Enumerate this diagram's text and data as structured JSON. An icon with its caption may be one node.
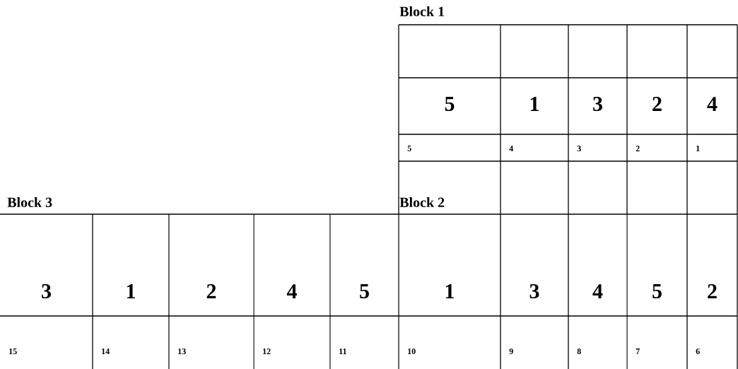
{
  "diagram": {
    "labels": [
      "Block 1",
      "5",
      "1",
      "3",
      "2",
      "4",
      "5",
      "4",
      "3",
      "2",
      "1",
      "Block 3",
      "Block 2",
      "3",
      "1",
      "2",
      "4",
      "5",
      "1",
      "3",
      "4",
      "5",
      "2",
      "15",
      "14",
      "13",
      "12",
      "11",
      "10",
      "9",
      "8",
      "7",
      "6"
    ]
  }
}
